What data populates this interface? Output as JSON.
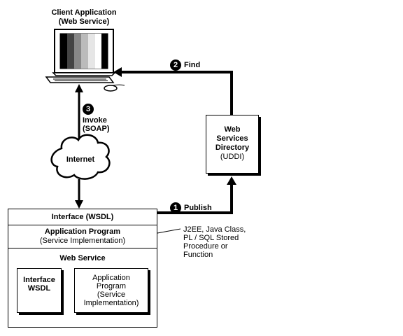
{
  "client": {
    "title": "Client Application",
    "subtitle": "(Web Service)"
  },
  "steps": {
    "find": {
      "number": "2",
      "label": "Find"
    },
    "invoke": {
      "number": "3",
      "label": "Invoke",
      "sublabel": "(SOAP)"
    },
    "publish": {
      "number": "1",
      "label": "Publish"
    }
  },
  "internet": {
    "label": "Internet"
  },
  "directory": {
    "line1": "Web",
    "line2": "Services",
    "line3": "Directory",
    "line4": "(UDDI)"
  },
  "service_stack": {
    "interface_row": "Interface (WSDL)",
    "app_program": {
      "line1": "Application Program",
      "line2": "(Service Implementation)"
    },
    "web_service_title": "Web Service",
    "inner_interface": {
      "line1": "Interface",
      "line2": "WSDL"
    },
    "inner_app": {
      "line1": "Application",
      "line2": "Program",
      "line3": "(Service",
      "line4": "Implementation)"
    }
  },
  "implementation_note": {
    "line1": "J2EE, Java Class,",
    "line2": "PL / SQL Stored",
    "line3": "Procedure or",
    "line4": "Function"
  },
  "colors": {
    "line": "#000000",
    "background": "#ffffff"
  }
}
